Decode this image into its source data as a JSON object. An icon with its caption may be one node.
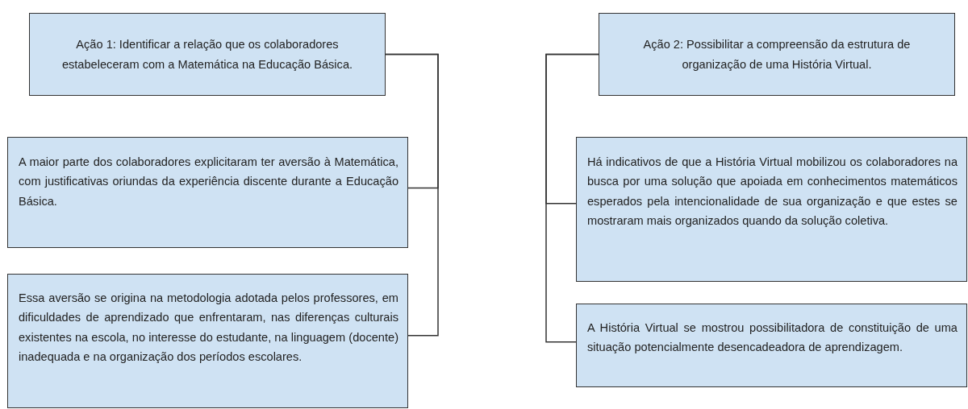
{
  "diagram": {
    "nodes": [
      {
        "text": [
          "Ação 1: Identificar a relação que os colaboradores estabeleceram com a Matemática na Educação Básica."
        ]
      },
      {
        "text": [
          "A maior parte dos colaboradores explicitaram ter aversão à Matemática, com justificativas oriundas da experiência discente durante a Educação Básica."
        ]
      },
      {
        "text": [
          "Essa aversão se origina na metodologia adotada pelos professores, em dificuldades de aprendizado que enfrentaram, nas diferenças culturais existentes na escola, no interesse do estudante, na linguagem (docente) inadequada e na organização dos períodos escolares."
        ]
      },
      {
        "text": [
          "Ação 2: Possibilitar a compreensão da estrutura de organização de uma História Virtual."
        ]
      },
      {
        "text": [
          "Há indicativos de que a História Virtual mobilizou os colaboradores na busca por uma solução que apoiada em conhecimentos matemáticos esperados pela intencionalidade de sua organização e que estes se mostraram mais organizados quando da solução coletiva."
        ]
      },
      {
        "text": [
          "A História Virtual se mostrou possibilitadora de constituição de uma situação potencialmente desencadeadora de aprendizagem."
        ]
      }
    ],
    "edges": [
      {
        "from": 0,
        "to": 1,
        "arrow": "none"
      },
      {
        "from": 0,
        "to": 2,
        "arrow": "none"
      },
      {
        "from": 3,
        "to": 4,
        "arrow": "none"
      },
      {
        "from": 3,
        "to": 5,
        "arrow": "none"
      }
    ]
  }
}
